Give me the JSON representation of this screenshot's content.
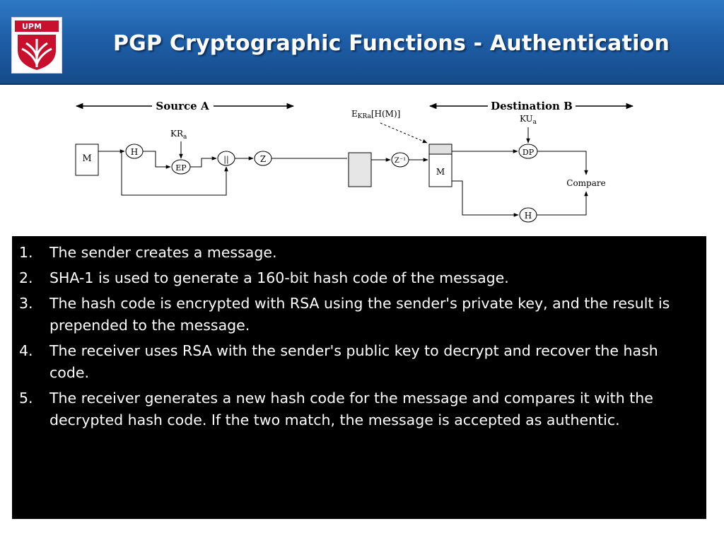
{
  "header": {
    "logo": {
      "icon": "upm-university-logo-icon",
      "text": "UPM",
      "brand_red": "#c8102e"
    },
    "title": "PGP Cryptographic Functions - Authentication"
  },
  "diagram": {
    "source_label": "Source A",
    "destination_label": "Destination B",
    "nodes": {
      "message_src": "M",
      "hash_src": "H",
      "encrypt_private": "EP",
      "concat": "||",
      "compress": "Z",
      "decompress": "Z⁻¹",
      "message_dst": "M",
      "decrypt_public": "DP",
      "hash_dst": "H",
      "compare": "Compare"
    },
    "labels": {
      "private_key": "KR",
      "private_key_sub": "a",
      "public_key": "KU",
      "public_key_sub": "a",
      "signature": "E",
      "signature_sub": "KRa",
      "signature_rest": "[H(M)]"
    }
  },
  "steps": [
    {
      "num": "1.",
      "text": "The sender creates a message."
    },
    {
      "num": "2.",
      "text": "SHA-1 is used to generate a 160-bit hash code of the message."
    },
    {
      "num": "3.",
      "text": "The hash code is encrypted with RSA using the sender's private key, and the result is prepended to the message."
    },
    {
      "num": "4.",
      "text": "The receiver uses RSA with the sender's public key to decrypt and recover the hash code."
    },
    {
      "num": "5.",
      "text": "The receiver generates a new hash code for the message and compares it with the decrypted hash code. If the two match, the message is accepted as authentic."
    }
  ]
}
